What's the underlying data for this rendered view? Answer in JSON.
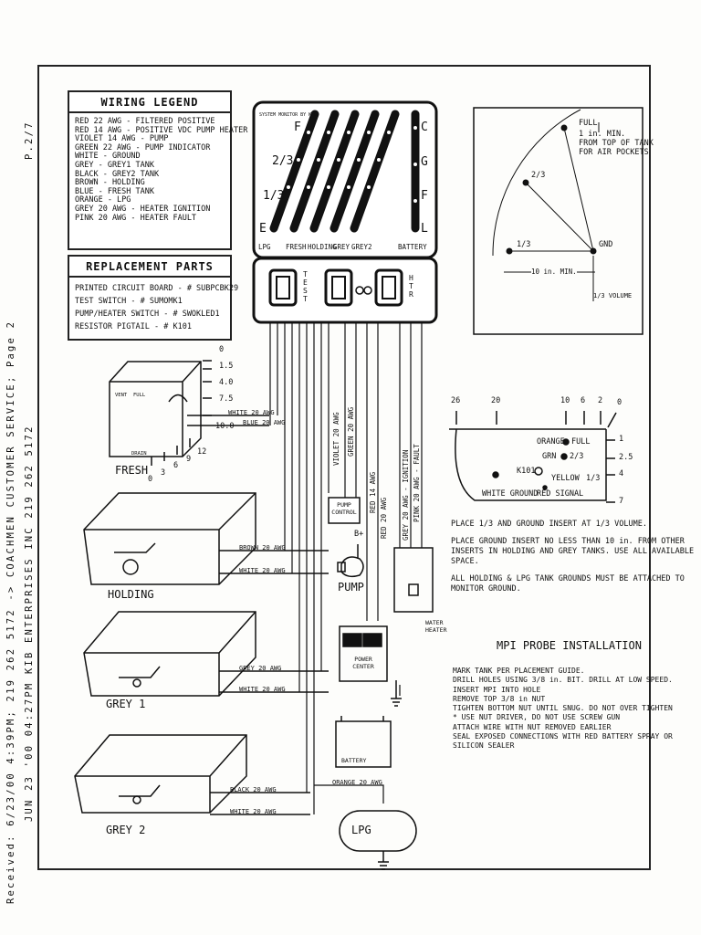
{
  "fax_header": {
    "left_column": "Received:  6/23/00   4:39PM;       219 262 5172 -> COACHMEN CUSTOMER SERVICE;   Page 2",
    "right_column": "JUN 23 '00  04:27PM  KIB ENTERPRISES INC  219 262 5172",
    "page_ref": "P.2/7"
  },
  "wiring_legend": {
    "title": "WIRING LEGEND",
    "lines": [
      "RED  22 AWG - FILTERED POSITIVE",
      "RED  14 AWG - POSITIVE VDC PUMP HEATER",
      "VIOLET 14 AWG - PUMP",
      "GREEN 22 AWG - PUMP INDICATOR",
      "WHITE - GROUND",
      "GREY - GREY1 TANK",
      "BLACK - GREY2 TANK",
      "BROWN - HOLDING",
      "BLUE - FRESH TANK",
      "ORANGE - LPG",
      "GREY 20 AWG - HEATER IGNITION",
      "PINK 20 AWG - HEATER FAULT"
    ]
  },
  "replacement_parts": {
    "title": "REPLACEMENT PARTS",
    "lines": [
      "PRINTED CIRCUIT BOARD - # SUBPCBK29",
      "TEST SWITCH - # SUMOMK1",
      "PUMP/HEATER SWITCH - # SWOKLED1",
      "RESISTOR PIGTAIL - # K101"
    ]
  },
  "monitor_panel": {
    "left_scale": [
      "F",
      "2/3",
      "1/3",
      "E"
    ],
    "right_scale": [
      "C",
      "G",
      "F",
      "L"
    ],
    "column_labels": [
      "LPG",
      "FRESH",
      "HOLDING",
      "GREY",
      "GREY2",
      "BATTERY"
    ],
    "switch_labels": [
      "TEST",
      "HTR"
    ]
  },
  "probe_diagram": {
    "full": "FULL",
    "note": [
      "1 in. MIN.",
      "FROM TOP OF TANK",
      "FOR AIR POCKETS"
    ],
    "two_thirds": "2/3",
    "one_third": "1/3",
    "gnd": "GND",
    "min_dist": "10 in. MIN.",
    "volume": "1/3 VOLUME"
  },
  "fresh_tank": {
    "label": "FRESH",
    "inner_labels": [
      "VENT",
      "FULL",
      "DRAIN"
    ],
    "right_scale": [
      "0",
      "1.5",
      "4.0",
      "7.5",
      "10.0"
    ],
    "bottom_scale": [
      "0",
      "3",
      "6",
      "9",
      "12"
    ],
    "wires": [
      "WHITE 20 AWG",
      "BLUE 20 AWG"
    ]
  },
  "tanks": [
    {
      "label": "HOLDING",
      "wires": [
        "BROWN 20 AWG",
        "WHITE 20 AWG"
      ]
    },
    {
      "label": "GREY 1",
      "wires": [
        "GREY 20 AWG",
        "WHITE 20 AWG"
      ]
    },
    {
      "label": "GREY  2",
      "wires": [
        "BLACK 20 AWG",
        "WHITE 20 AWG"
      ]
    }
  ],
  "vertical_wires": [
    "VIOLET 20 AWG",
    "GREEN 20 AWG",
    "RED 14 AWG",
    "RED 20 AWG",
    "GREY 20 AWG - IGNITION",
    "PINK 20 AWG - FAULT"
  ],
  "components": {
    "pump_control": "PUMP CONTROL",
    "pump": "PUMP",
    "b_plus": "B+",
    "water_heater": "WATER HEATER",
    "power_center": "POWER CENTER",
    "battery": "BATTERY",
    "lpg": "LPG",
    "orange_wire": "ORANGE 20 AWG"
  },
  "tank_section": {
    "top_scale": [
      "26",
      "20",
      "10",
      "6",
      "2",
      "0"
    ],
    "labels": [
      "ORANGE",
      "FULL",
      "GRN",
      "2/3",
      "K101",
      "YELLOW",
      "1/3",
      "WHITE GROUND",
      "RED SIGNAL"
    ],
    "side_scale": [
      "1",
      "2.5",
      "4",
      "7"
    ]
  },
  "placement_notes": [
    "PLACE 1/3 AND GROUND INSERT AT 1/3 VOLUME.",
    "PLACE GROUND INSERT NO LESS THAN 10 in. FROM OTHER",
    "INSERTS IN HOLDING AND GREY TANKS. USE ALL AVAILABLE",
    "SPACE.",
    "ALL HOLDING & LPG TANK GROUNDS MUST BE ATTACHED TO",
    "MONITOR GROUND."
  ],
  "installation": {
    "title": "MPI PROBE INSTALLATION",
    "lines": [
      "MARK TANK PER PLACEMENT GUIDE.",
      "DRILL HOLES USING 3/8 in. BIT. DRILL AT LOW SPEED.",
      "INSERT MPI INTO HOLE",
      "REMOVE TOP 3/8 in NUT",
      "TIGHTEN BOTTOM NUT UNTIL SNUG. DO NOT OVER TIGHTEN",
      "* USE NUT DRIVER, DO NOT USE SCREW GUN",
      "ATTACH WIRE WITH NUT REMOVED EARLIER",
      "SEAL EXPOSED CONNECTIONS WITH RED BATTERY SPRAY OR",
      "SILICON SEALER"
    ]
  }
}
